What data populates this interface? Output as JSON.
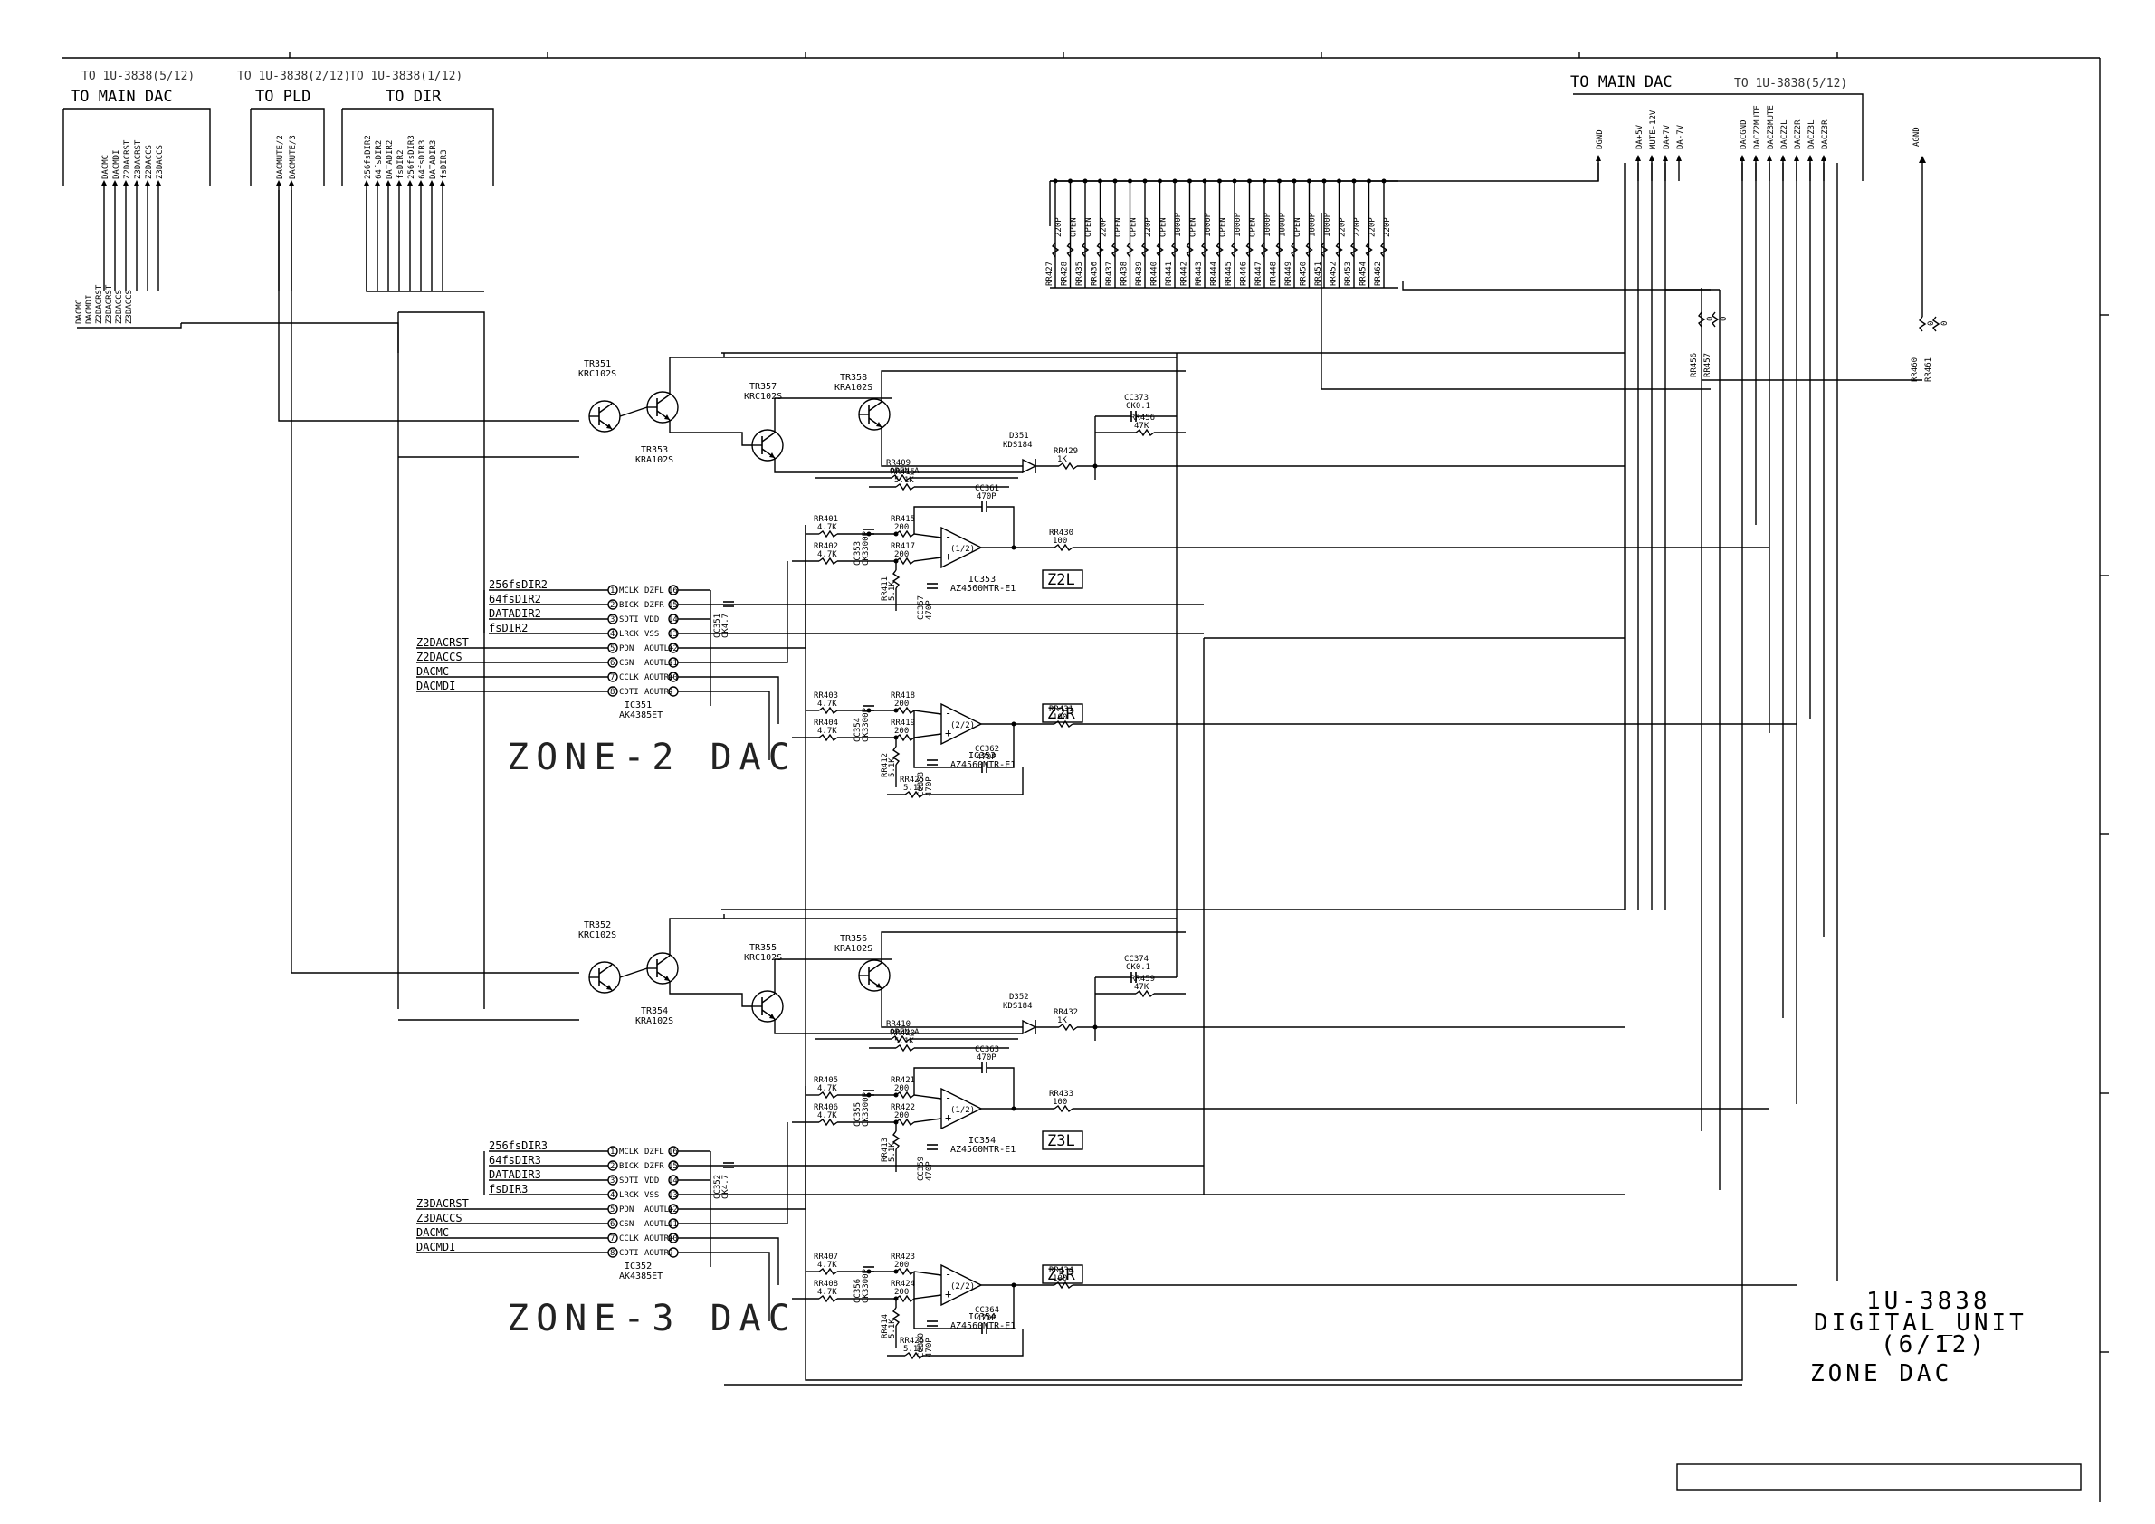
{
  "header_blocks": [
    {
      "ref": "TO 1U-3838(5/12)",
      "title": "TO MAIN DAC",
      "signals": [
        "DACMC",
        "DACMDI",
        "Z2DACRST",
        "Z3DACRST",
        "Z2DACCS",
        "Z3DACCS"
      ]
    },
    {
      "ref": "TO 1U-3838(2/12)",
      "title": "TO PLD",
      "signals": [
        "DACMUTE/2",
        "DACMUTE/3"
      ]
    },
    {
      "ref": "TO 1U-3838(1/12)",
      "title": "TO DIR",
      "signals": [
        "256fsDIR2",
        "64fsDIR2",
        "DATADIR2",
        "fsDIR2",
        "256fsDIR3",
        "64fsDIR3",
        "DATADIR3",
        "fsDIR3"
      ]
    }
  ],
  "right_header": {
    "title": "TO MAIN DAC",
    "ref": "TO 1U-3838(5/12)",
    "signals": [
      "DGND",
      "DA+5V",
      "MUTE-12V",
      "DA+7V",
      "DA-7V",
      "DACGND",
      "DACZ2MUTE",
      "DACZ3MUTE",
      "DACZ2L",
      "DACZ2R",
      "DACZ3L",
      "DACZ3R"
    ],
    "agnd": "AGND"
  },
  "bus_labels": [
    "DACMC",
    "DACMDI",
    "Z2DACRST",
    "Z3DACRST",
    "Z2DACCS",
    "Z3DACCS"
  ],
  "passives_top": [
    {
      "ref": "RR427",
      "val": "220P"
    },
    {
      "ref": "RR428",
      "val": "OPEN"
    },
    {
      "ref": "RR435",
      "val": "OPEN"
    },
    {
      "ref": "RR436",
      "val": "220P"
    },
    {
      "ref": "RR437",
      "val": "OPEN"
    },
    {
      "ref": "RR438",
      "val": "OPEN"
    },
    {
      "ref": "RR439",
      "val": "220P"
    },
    {
      "ref": "RR440",
      "val": "OPEN"
    },
    {
      "ref": "RR441",
      "val": "1000P"
    },
    {
      "ref": "RR442",
      "val": "OPEN"
    },
    {
      "ref": "RR443",
      "val": "1000P"
    },
    {
      "ref": "RR444",
      "val": "OPEN"
    },
    {
      "ref": "RR445",
      "val": "1000P"
    },
    {
      "ref": "RR446",
      "val": "OPEN"
    },
    {
      "ref": "RR447",
      "val": "1000P"
    },
    {
      "ref": "RR448",
      "val": "1000P"
    },
    {
      "ref": "RR449",
      "val": "OPEN"
    },
    {
      "ref": "RR450",
      "val": "1000P"
    },
    {
      "ref": "RR451",
      "val": "1000P"
    },
    {
      "ref": "RR452",
      "val": "220P"
    },
    {
      "ref": "RR453",
      "val": "220P"
    },
    {
      "ref": "RR454",
      "val": "220P"
    },
    {
      "ref": "RR462",
      "val": "220P"
    }
  ],
  "right_resistors": [
    {
      "ref": "RR456",
      "val": "0"
    },
    {
      "ref": "RR457",
      "val": "0"
    },
    {
      "ref": "RR460",
      "val": "0"
    },
    {
      "ref": "RR461",
      "val": "0"
    }
  ],
  "zones": [
    {
      "name": "ZONE-2 DAC",
      "transistors": [
        {
          "ref": "TR351",
          "type": "KRC102S"
        },
        {
          "ref": "TR353",
          "type": "KRA102S"
        },
        {
          "ref": "TR357",
          "type": "KRC102S"
        },
        {
          "ref": "TR358",
          "type": "KRA102S"
        }
      ],
      "diode": {
        "ref": "D351",
        "type": "KDS184"
      },
      "cap_top": {
        "ref": "CC373",
        "val": "CK0.1"
      },
      "res_top": [
        {
          "ref": "RR429",
          "val": "1K"
        },
        {
          "ref": "RR456",
          "val": "47K"
        },
        {
          "ref": "RR409",
          "val": "OPEN_A"
        },
        {
          "ref": "RR415",
          "val": "5.1K"
        }
      ],
      "dac_ic": {
        "ref": "IC351",
        "type": "AK4385ET"
      },
      "dac_pins": [
        {
          "n": "1",
          "l": "MCLK",
          "r": "DZFL",
          "rn": "16"
        },
        {
          "n": "2",
          "l": "BICK",
          "r": "DZFR",
          "rn": "15"
        },
        {
          "n": "3",
          "l": "SDTI",
          "r": "VDD",
          "rn": "14"
        },
        {
          "n": "4",
          "l": "LRCK",
          "r": "VSS",
          "rn": "13"
        },
        {
          "n": "5",
          "l": "PDN",
          "r": "AOUTL+",
          "rn": "12"
        },
        {
          "n": "6",
          "l": "CSN",
          "r": "AOUTL-",
          "rn": "11"
        },
        {
          "n": "7",
          "l": "CCLK",
          "r": "AOUTR+",
          "rn": "10"
        },
        {
          "n": "8",
          "l": "CDTI",
          "r": "AOUTR-",
          "rn": "9"
        }
      ],
      "dac_inputs": [
        "256fsDIR2",
        "64fsDIR2",
        "DATADIR2",
        "fsDIR2",
        "Z2DACRST",
        "Z2DACCS",
        "DACMC",
        "DACMDI"
      ],
      "dac_cap": {
        "ref": "CC351",
        "val": "CK4.7"
      },
      "channels": [
        {
          "badge": "Z2L",
          "opamp": "IC353",
          "opamp_type": "AZ4560MTR-E1",
          "unit": "(1/2)",
          "r_in1": {
            "ref": "RR401",
            "val": "4.7K"
          },
          "r_in2": {
            "ref": "RR402",
            "val": "4.7K"
          },
          "c_in": {
            "ref": "CC353",
            "val": "CK3300P"
          },
          "r_a": {
            "ref": "RR415",
            "val": "200"
          },
          "r_b": {
            "ref": "RR417",
            "val": "200"
          },
          "r_c": {
            "ref": "RR411",
            "val": "5.1K"
          },
          "c_fb": {
            "ref": "CC361",
            "val": "470P"
          },
          "c_g": {
            "ref": "CC357",
            "val": "470P"
          },
          "r_out": {
            "ref": "RR430",
            "val": "100"
          }
        },
        {
          "badge": "Z2R",
          "opamp": "IC353",
          "opamp_type": "AZ4560MTR-E1",
          "unit": "(2/2)",
          "r_in1": {
            "ref": "RR403",
            "val": "4.7K"
          },
          "r_in2": {
            "ref": "RR404",
            "val": "4.7K"
          },
          "c_in": {
            "ref": "CC354",
            "val": "CK3300P"
          },
          "r_a": {
            "ref": "RR418",
            "val": "200"
          },
          "r_b": {
            "ref": "RR419",
            "val": "200"
          },
          "r_c": {
            "ref": "RR412",
            "val": "5.1K"
          },
          "c_fb": {
            "ref": "CC362",
            "val": "470P"
          },
          "c_g": {
            "ref": "CC358",
            "val": "470P"
          },
          "r_out": {
            "ref": "RR431",
            "val": "100"
          },
          "r_extra": {
            "ref": "RR425",
            "val": "5.1K"
          }
        }
      ]
    },
    {
      "name": "ZONE-3 DAC",
      "transistors": [
        {
          "ref": "TR352",
          "type": "KRC102S"
        },
        {
          "ref": "TR354",
          "type": "KRA102S"
        },
        {
          "ref": "TR355",
          "type": "KRC102S"
        },
        {
          "ref": "TR356",
          "type": "KRA102S"
        }
      ],
      "diode": {
        "ref": "D352",
        "type": "KDS184"
      },
      "cap_top": {
        "ref": "CC374",
        "val": "CK0.1"
      },
      "res_top": [
        {
          "ref": "RR432",
          "val": "1K"
        },
        {
          "ref": "RR459",
          "val": "47K"
        },
        {
          "ref": "RR410",
          "val": "OPEN_A"
        },
        {
          "ref": "RR420",
          "val": "5.1K"
        }
      ],
      "dac_ic": {
        "ref": "IC352",
        "type": "AK4385ET"
      },
      "dac_pins": [
        {
          "n": "1",
          "l": "MCLK",
          "r": "DZFL",
          "rn": "16"
        },
        {
          "n": "2",
          "l": "BICK",
          "r": "DZFR",
          "rn": "15"
        },
        {
          "n": "3",
          "l": "SDTI",
          "r": "VDD",
          "rn": "14"
        },
        {
          "n": "4",
          "l": "LRCK",
          "r": "VSS",
          "rn": "13"
        },
        {
          "n": "5",
          "l": "PDN",
          "r": "AOUTL+",
          "rn": "12"
        },
        {
          "n": "6",
          "l": "CSN",
          "r": "AOUTL-",
          "rn": "11"
        },
        {
          "n": "7",
          "l": "CCLK",
          "r": "AOUTR+",
          "rn": "10"
        },
        {
          "n": "8",
          "l": "CDTI",
          "r": "AOUTR-",
          "rn": "9"
        }
      ],
      "dac_inputs": [
        "256fsDIR3",
        "64fsDIR3",
        "DATADIR3",
        "fsDIR3",
        "Z3DACRST",
        "Z3DACCS",
        "DACMC",
        "DACMDI"
      ],
      "dac_cap": {
        "ref": "CC352",
        "val": "CK4.7"
      },
      "channels": [
        {
          "badge": "Z3L",
          "opamp": "IC354",
          "opamp_type": "AZ4560MTR-E1",
          "unit": "(1/2)",
          "r_in1": {
            "ref": "RR405",
            "val": "4.7K"
          },
          "r_in2": {
            "ref": "RR406",
            "val": "4.7K"
          },
          "c_in": {
            "ref": "CC355",
            "val": "CK3300P"
          },
          "r_a": {
            "ref": "RR421",
            "val": "200"
          },
          "r_b": {
            "ref": "RR422",
            "val": "200"
          },
          "r_c": {
            "ref": "RR413",
            "val": "5.1K"
          },
          "c_fb": {
            "ref": "CC363",
            "val": "470P"
          },
          "c_g": {
            "ref": "CC359",
            "val": "470P"
          },
          "r_out": {
            "ref": "RR433",
            "val": "100"
          }
        },
        {
          "badge": "Z3R",
          "opamp": "IC354",
          "opamp_type": "AZ4560MTR-E1",
          "unit": "(2/2)",
          "r_in1": {
            "ref": "RR407",
            "val": "4.7K"
          },
          "r_in2": {
            "ref": "RR408",
            "val": "4.7K"
          },
          "c_in": {
            "ref": "CC356",
            "val": "CK3300P"
          },
          "r_a": {
            "ref": "RR423",
            "val": "200"
          },
          "r_b": {
            "ref": "RR424",
            "val": "200"
          },
          "r_c": {
            "ref": "RR414",
            "val": "5.1K"
          },
          "c_fb": {
            "ref": "CC364",
            "val": "470P"
          },
          "c_g": {
            "ref": "CC360",
            "val": "470P"
          },
          "r_out": {
            "ref": "RR434",
            "val": "100"
          },
          "r_extra": {
            "ref": "RR426",
            "val": "5.1K"
          }
        }
      ]
    }
  ],
  "title_block": {
    "line1": "1U-3838",
    "line2": "DIGITAL_UNIT",
    "line3": "(6/12)",
    "line4": "ZONE_DAC"
  }
}
